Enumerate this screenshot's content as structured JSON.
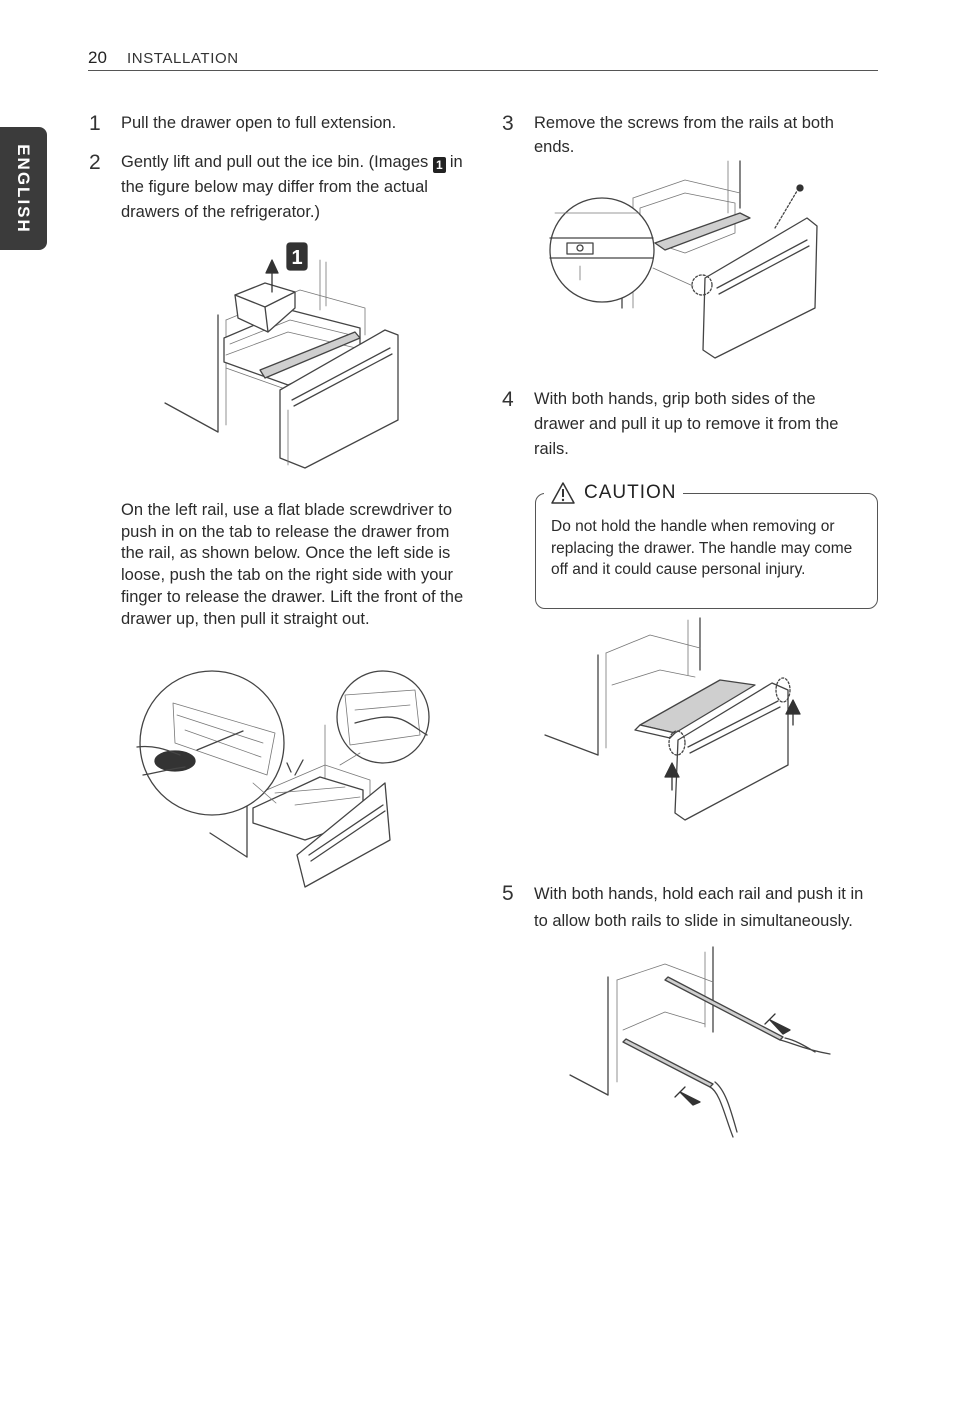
{
  "header": {
    "page_number": "20",
    "section": "INSTALLATION"
  },
  "sidebar": {
    "language": "ENGLISH"
  },
  "steps": [
    {
      "number": "1",
      "text": "Pull the drawer open to full extension."
    },
    {
      "number": "2",
      "text_before_badge": "Gently lift and pull out the ice bin. (Images",
      "badge": "1",
      "text_after_badge": "in the figure below may differ from the actual drawers of the refrigerator.)"
    },
    {
      "number": "3",
      "text": "Remove the screws from the rails at both ends."
    },
    {
      "number": "4",
      "text": "With both hands, grip both sides of the drawer and pull it up to remove it from the rails."
    },
    {
      "number": "5",
      "text": "With both hands, hold each rail and push it in to allow both rails to slide in simultaneously."
    }
  ],
  "left_rail_paragraph": "On the left rail, use a flat blade screwdriver to push in on the tab to release the drawer from the rail, as shown below. Once the left side is loose, push the tab on the right side with your finger to release the drawer. Lift the front of the drawer up, then pull it straight out.",
  "caution": {
    "label": "CAUTION",
    "text": "Do not hold the handle when removing or replacing the drawer. The handle may come off and it could cause personal injury."
  },
  "figure_1": {
    "callout": "1"
  },
  "icons": [
    "warning-triangle-icon"
  ]
}
